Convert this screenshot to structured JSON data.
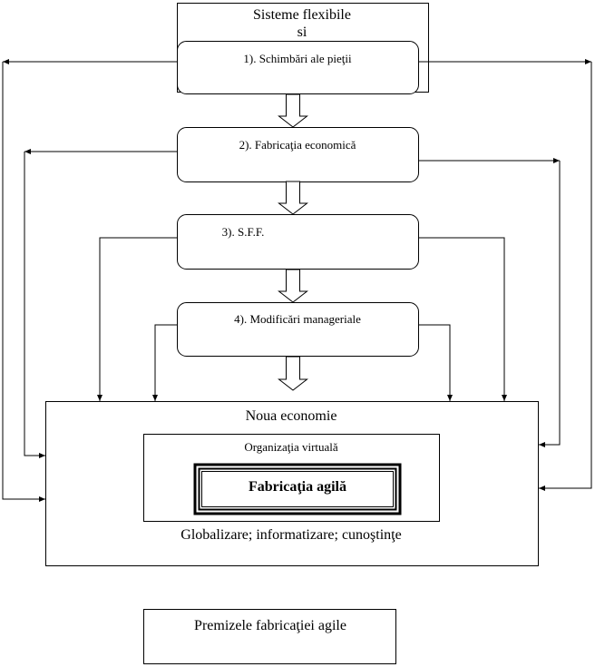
{
  "diagram": {
    "top_box": {
      "title": "Sisteme flexibile",
      "subtitle": "si"
    },
    "steps": [
      {
        "label": "1). Schimbări ale pieţii"
      },
      {
        "label": "2). Fabricaţia economică"
      },
      {
        "label": "3). S.F.F."
      },
      {
        "label": "4). Modificări manageriale"
      }
    ],
    "new_economy": {
      "title": "Noua economie",
      "inner_title": "Organizaţia virtuală",
      "core": "Fabricaţia agilă",
      "footer": "Globalizare; informatizare; cunoştinţe"
    },
    "caption": "Premizele fabricaţiei agile"
  }
}
